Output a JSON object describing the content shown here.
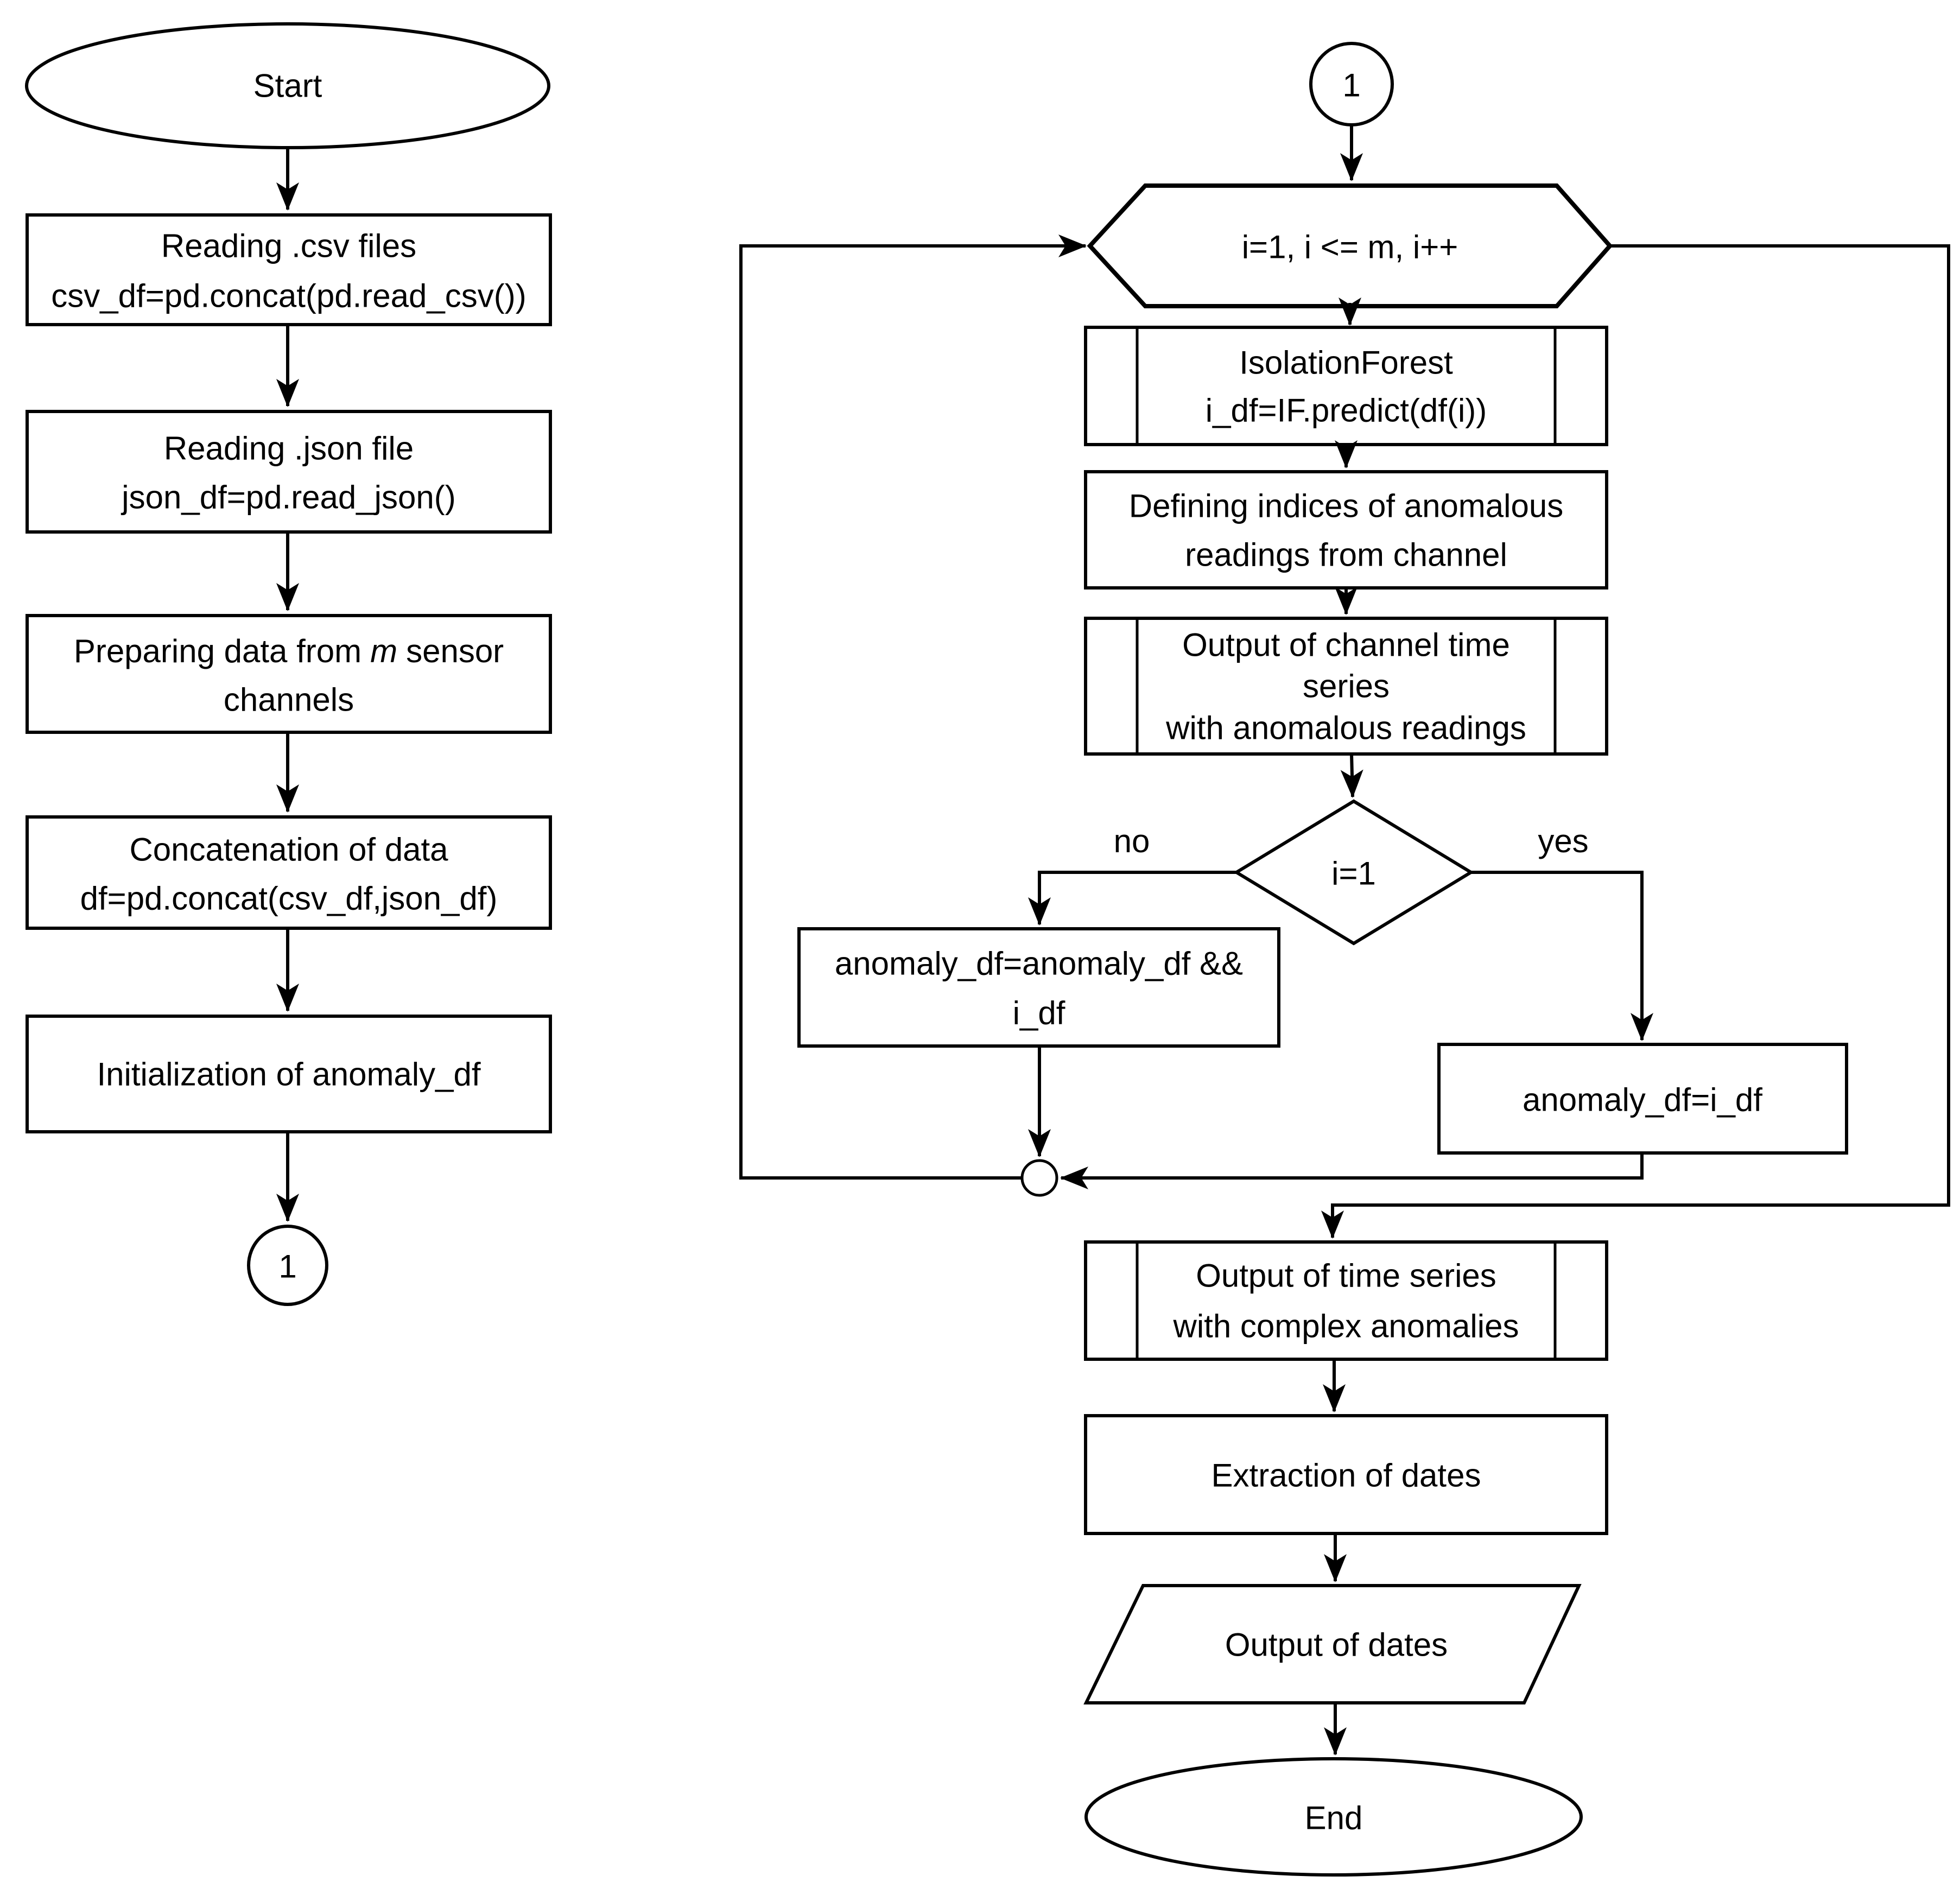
{
  "diagram": {
    "background": "#ffffff",
    "stroke_color": "#000000",
    "nodes": {
      "start": {
        "type": "terminator",
        "label": "Start"
      },
      "read_csv": {
        "type": "process",
        "lines": [
          "Reading .csv files",
          "csv_df=pd.concat(pd.read_csv())"
        ]
      },
      "read_json": {
        "type": "process",
        "lines": [
          "Reading .json file",
          "json_df=pd.read_json()"
        ]
      },
      "preparing": {
        "type": "process",
        "parts": [
          "Preparing data from",
          "m",
          "sensor"
        ],
        "line2": "channels"
      },
      "concat": {
        "type": "process",
        "lines": [
          "Concatenation of data",
          "df=pd.concat(csv_df,json_df)"
        ]
      },
      "init": {
        "type": "process",
        "label": "Initialization of anomaly_df"
      },
      "connector_left": {
        "type": "off-page-connector",
        "label": "1"
      },
      "connector_right": {
        "type": "off-page-connector",
        "label": "1"
      },
      "loop": {
        "type": "loop-limit",
        "label": "i=1, i <= m, i++"
      },
      "isolation": {
        "type": "predefined-process",
        "lines": [
          "IsolationForest",
          "i_df=IF.predict(df(i))"
        ]
      },
      "defining": {
        "type": "process",
        "lines": [
          "Defining indices of anomalous",
          "readings from channel"
        ]
      },
      "output_channel": {
        "type": "predefined-process",
        "lines": [
          "Output of channel time",
          "series",
          "with anomalous readings"
        ]
      },
      "decision": {
        "type": "decision",
        "label": "i=1"
      },
      "anomaly_and": {
        "type": "process",
        "lines": [
          "anomaly_df=anomaly_df &&",
          "i_df"
        ]
      },
      "anomaly_assign": {
        "type": "process",
        "label": "anomaly_df=i_df"
      },
      "output_ts": {
        "type": "predefined-process",
        "lines": [
          "Output of time series",
          "with complex anomalies"
        ]
      },
      "extraction": {
        "type": "process",
        "label": "Extraction of dates"
      },
      "output_dates": {
        "type": "input-output",
        "label": "Output of dates"
      },
      "end": {
        "type": "terminator",
        "label": "End"
      }
    },
    "edge_labels": {
      "no": "no",
      "yes": "yes"
    }
  }
}
